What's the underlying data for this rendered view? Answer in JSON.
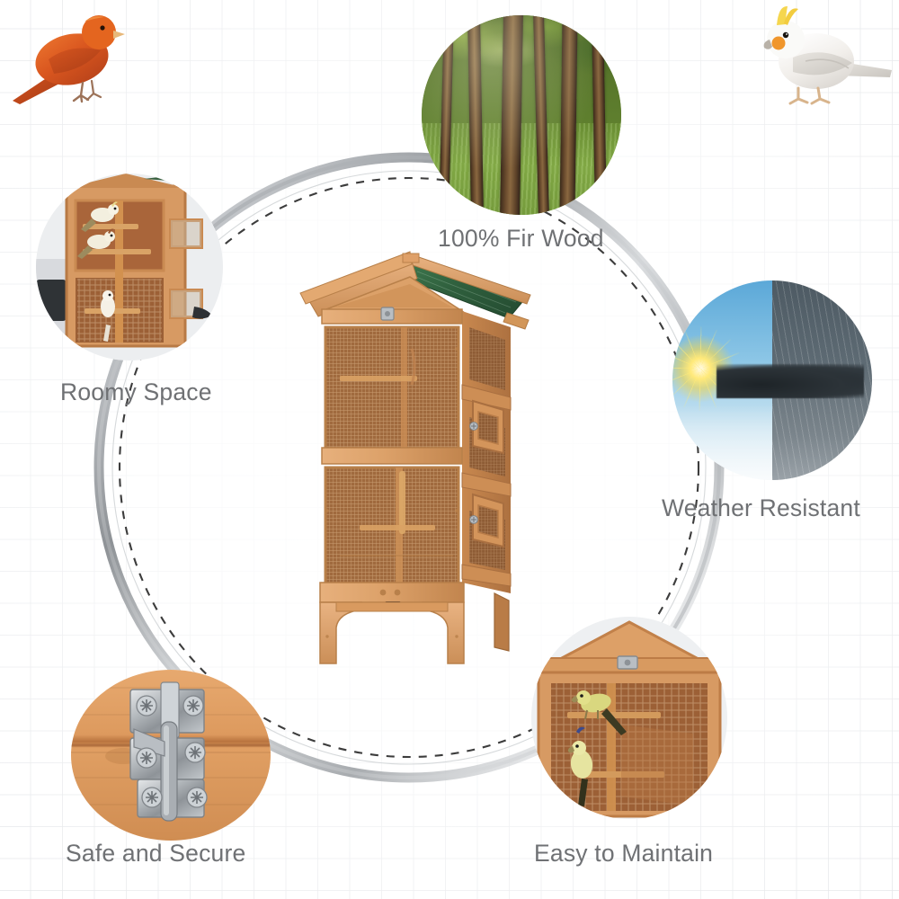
{
  "page": {
    "title": "Wooden Bird Cage Aviary Feature Infographic",
    "background_color": "#ffffff",
    "grid_color": "#e4e6e9",
    "label_color": "#6f7174"
  },
  "features": [
    {
      "id": "fir-wood",
      "label": "100% Fir Wood",
      "image": "fir-forest-photo",
      "image_description": "Tall fir tree trunks in a sunlit forest with green grass"
    },
    {
      "id": "roomy-space",
      "label": "Roomy Space",
      "image": "cage-interior-photo",
      "image_description": "Open bird cage interior with perches and three birds"
    },
    {
      "id": "weather-resistant",
      "label": "Weather Resistant",
      "image": "sun-and-rain-photo",
      "image_description": "Split circle showing bright sun on the left and dark rain clouds on the right"
    },
    {
      "id": "safe-and-secure",
      "label": "Safe and Secure",
      "image": "metal-hinge-photo",
      "image_description": "Close-up of a stainless steel hinge latch screwed into wood"
    },
    {
      "id": "easy-to-maintain",
      "label": "Easy to Maintain",
      "image": "cage-front-photo",
      "image_description": "Front of the cage with wire mesh, perches and two small birds"
    }
  ],
  "decor": {
    "bird_left": {
      "name": "orange-canary",
      "colors": {
        "body": "#d9561f",
        "wing": "#c4481a",
        "beak": "#e7b87a"
      }
    },
    "bird_right": {
      "name": "white-cockatiel",
      "colors": {
        "body": "#f2f0ec",
        "crest": "#f5d64e",
        "cheek": "#f0962c",
        "foot": "#d8b48c"
      }
    }
  },
  "product": {
    "name": "wooden-bird-cage-aviary",
    "colors": {
      "wood_light": "#e0a873",
      "wood_mid": "#d08f56",
      "wood_dark": "#a9693a",
      "mesh": "#a87049",
      "roof_green": "#2d5a3a",
      "metal": "#9aa0a4"
    },
    "parts": [
      "pitched-asphalt-roof",
      "gable-front-panel",
      "upper-mesh-enclosure",
      "lower-mesh-enclosure",
      "side-access-door-upper",
      "side-access-door-lower",
      "wooden-perches",
      "pull-out-tray",
      "arched-legs"
    ]
  },
  "connectors": {
    "ring_color": "#b9bcc0",
    "dash_color": "#2b2b2b",
    "style": "dashed-circle-guide"
  }
}
